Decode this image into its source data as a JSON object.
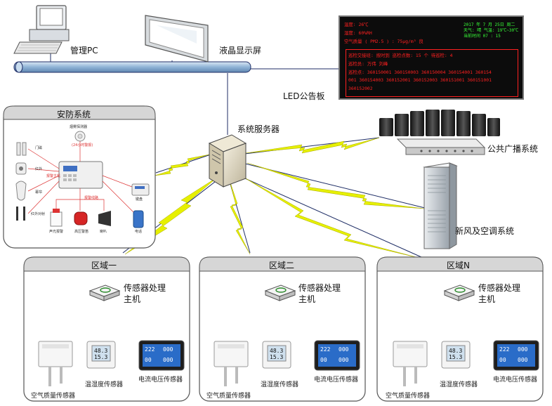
{
  "labels": {
    "pc": "管理PC",
    "lcd": "液晶显示屏",
    "led": "LED公告板",
    "server": "系统服务器",
    "broadcast": "公共广播系统",
    "hvac": "新风及空调系统",
    "security": "安防系统"
  },
  "led_board": {
    "line1": "温度: 26℃",
    "line2": "湿度: 60%RH",
    "line3": "空气质量 ( PM2.5 ) : 75μg/m³ 良",
    "right1": "2017 年 7 月 25日  周二",
    "right2": "天气: 晴  气温: 19℃~30℃",
    "right3": "当前时间 07 : 15",
    "box1": "巡检交接班: 按时到   巡检点数: 15 个   待巡检: 4",
    "box2": "巡检员: 万伟 刘峰",
    "box3": "巡检点: 360150001 360150003 360150004 360154001 360154",
    "box4": "001 360154003 360152001 360152003 360151001 360151001",
    "box5": "360152002"
  },
  "security_panel": {
    "smoke": "烟雾探测器",
    "smoke_sub": "(24小时警报)",
    "door": "门磁",
    "infrared": "红外",
    "curtain": "幕帘",
    "beam": "红外对射",
    "alarm_host": "报警主机",
    "cable": "报警线路",
    "keypad": "键盘",
    "phone": "电话",
    "sound_light": "声光报警",
    "siren": "高压警笛",
    "horn": "喇叭"
  },
  "zones": [
    {
      "name": "区域一",
      "host": "传感器处理主机",
      "air": "空气质量传感器",
      "temp": "温湿度传感器",
      "meter": "电流电压传感器"
    },
    {
      "name": "区域二",
      "host": "传感器处理主机",
      "air": "空气质量传感器",
      "temp": "温湿度传感器",
      "meter": "电流电压传感器"
    },
    {
      "name": "区域N",
      "host": "传感器处理主机",
      "air": "空气质量传感器",
      "temp": "温湿度传感器",
      "meter": "电流电压传感器"
    }
  ],
  "sensor_readings": {
    "temp_top": "48.3",
    "temp_bottom": "15.3",
    "meter_a": "222",
    "meter_b": "000",
    "meter_c": "00",
    "meter_d": "000"
  },
  "colors": {
    "bus": "#8fb3d6",
    "wireless": "#e6f000",
    "led_text": "#ff2020",
    "led_green": "#38ff38",
    "meter_bg": "#2a6cc8"
  }
}
